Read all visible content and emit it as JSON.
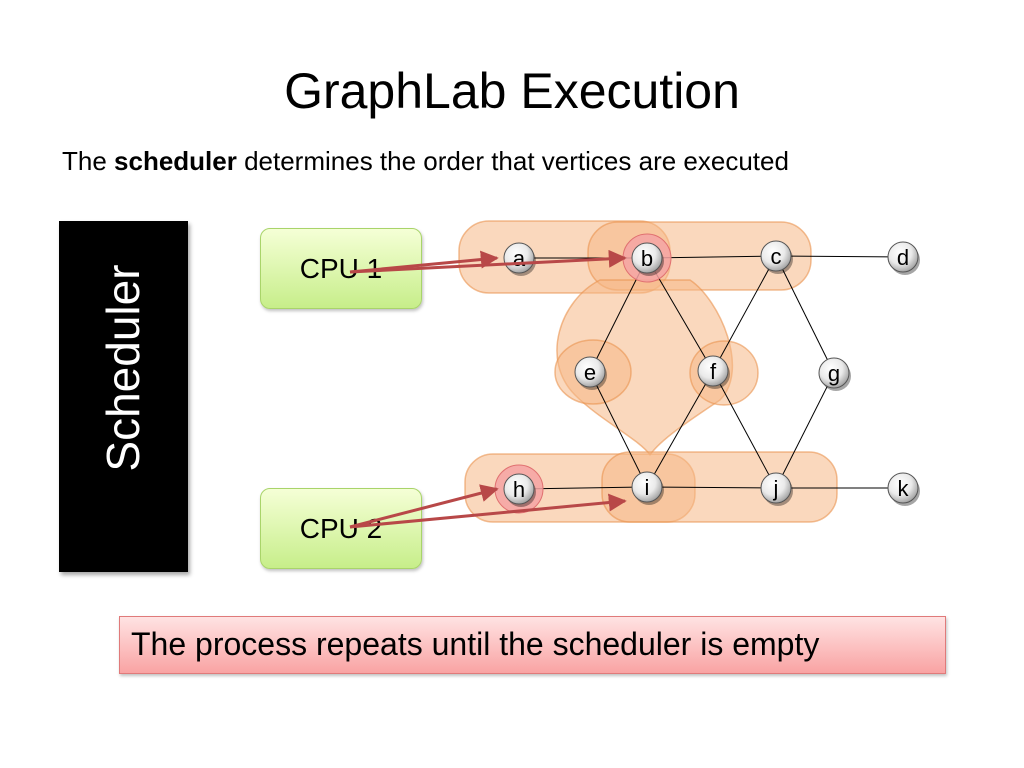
{
  "slide": {
    "title": "GraphLab Execution",
    "subtitle_prefix": "The ",
    "subtitle_bold": "scheduler",
    "subtitle_suffix": " determines the order that vertices are executed",
    "scheduler_label": "Scheduler",
    "footer_text": "The process repeats until the scheduler is empty"
  },
  "cpus": [
    {
      "label": "CPU 1",
      "targets": [
        "a",
        "b"
      ]
    },
    {
      "label": "CPU 2",
      "targets": [
        "h",
        "i"
      ]
    }
  ],
  "graph": {
    "vertices": [
      {
        "id": "a",
        "label": "a",
        "highlighted": false
      },
      {
        "id": "b",
        "label": "b",
        "highlighted": true
      },
      {
        "id": "c",
        "label": "c",
        "highlighted": false
      },
      {
        "id": "d",
        "label": "d",
        "highlighted": false
      },
      {
        "id": "e",
        "label": "e",
        "highlighted": false
      },
      {
        "id": "f",
        "label": "f",
        "highlighted": false
      },
      {
        "id": "g",
        "label": "g",
        "highlighted": false
      },
      {
        "id": "h",
        "label": "h",
        "highlighted": true
      },
      {
        "id": "i",
        "label": "i",
        "highlighted": false
      },
      {
        "id": "j",
        "label": "j",
        "highlighted": false
      },
      {
        "id": "k",
        "label": "k",
        "highlighted": false
      }
    ],
    "edges": [
      [
        "a",
        "b"
      ],
      [
        "b",
        "c"
      ],
      [
        "c",
        "d"
      ],
      [
        "b",
        "e"
      ],
      [
        "b",
        "f"
      ],
      [
        "c",
        "f"
      ],
      [
        "c",
        "g"
      ],
      [
        "e",
        "i"
      ],
      [
        "f",
        "i"
      ],
      [
        "f",
        "j"
      ],
      [
        "g",
        "j"
      ],
      [
        "h",
        "i"
      ],
      [
        "i",
        "j"
      ],
      [
        "j",
        "k"
      ]
    ]
  },
  "colors": {
    "scope_fill": "#f6b886",
    "cpu_fill": "#d7f3a8",
    "arrow": "#b84848",
    "callout_fill": "#fbb9b9",
    "scheduler_fill": "#000000"
  }
}
